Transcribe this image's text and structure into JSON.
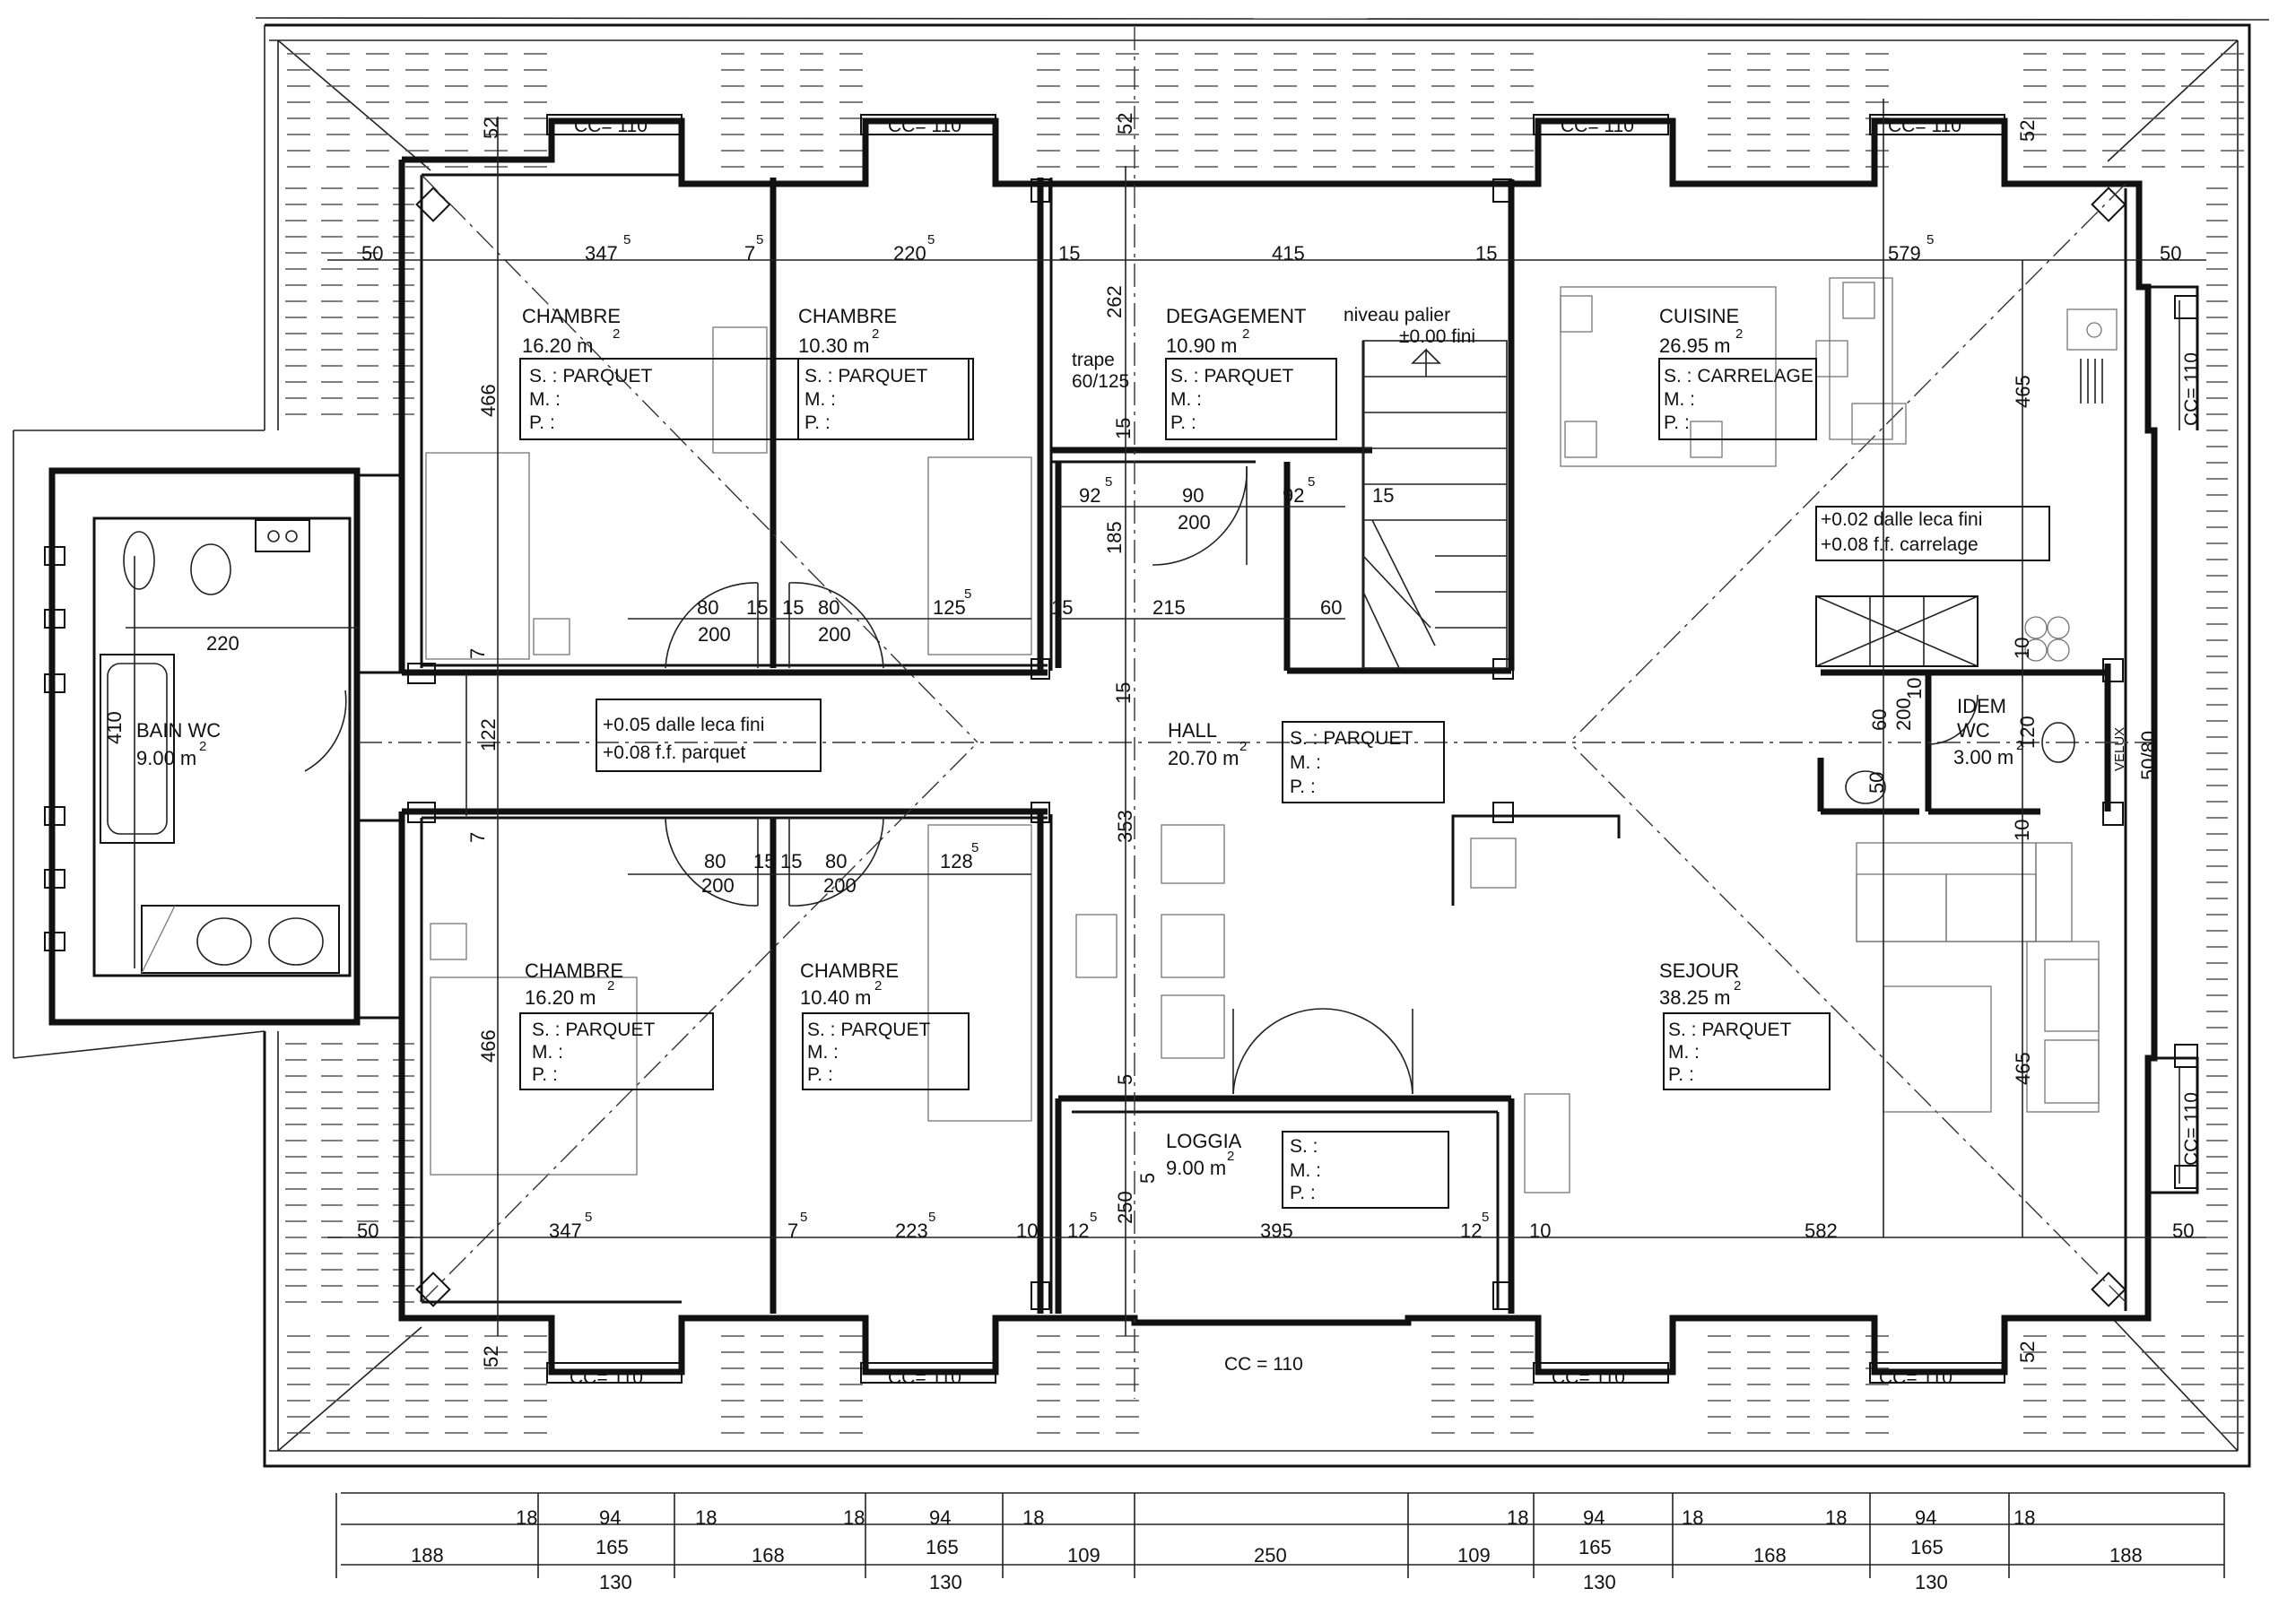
{
  "rooms": {
    "chambre_nw": {
      "name": "CHAMBRE",
      "area": "16.20 m",
      "floor": "S. : PARQUET",
      "m": "M. :",
      "p": "P. :"
    },
    "chambre_n2": {
      "name": "CHAMBRE",
      "area": "10.30 m",
      "floor": "S. : PARQUET",
      "m": "M. :",
      "p": "P. :"
    },
    "degagement": {
      "name": "DEGAGEMENT",
      "area": "10.90 m",
      "floor": "S. : PARQUET",
      "m": "M. :",
      "p": "P. :"
    },
    "cuisine": {
      "name": "CUISINE",
      "area": "26.95 m",
      "floor": "S. : CARRELAGE",
      "m": "M. :",
      "p": "P. :"
    },
    "bain": {
      "name": "BAIN  WC",
      "area": "9.00 m"
    },
    "hall": {
      "name": "HALL",
      "area": "20.70 m",
      "floor": "S. : PARQUET",
      "m": "M. :",
      "p": "P. :"
    },
    "idem": {
      "name": "IDEM",
      "sub": "WC",
      "area": "3.00 m"
    },
    "chambre_sw": {
      "name": "CHAMBRE",
      "area": "16.20 m",
      "floor": "S. : PARQUET",
      "m": "M. :",
      "p": "P. :"
    },
    "chambre_s2": {
      "name": "CHAMBRE",
      "area": "10.40 m",
      "floor": "S. : PARQUET",
      "m": "M. :",
      "p": "P. :"
    },
    "loggia": {
      "name": "LOGGIA",
      "area": "9.00 m",
      "s": "S. :",
      "m": "M. :",
      "p": "P. :"
    },
    "sejour": {
      "name": "SEJOUR",
      "area": "38.25 m",
      "floor": "S. : PARQUET",
      "m": "M. :",
      "p": "P. :"
    }
  },
  "notes": {
    "niveau_palier": "niveau palier",
    "niveau_val": "±0.00  fini",
    "trape": "trape",
    "trape_dim": "60/125",
    "corridor_1": "+0.05  dalle leca fini",
    "corridor_2": "+0.08  f.f. parquet",
    "kitchen_1": "+0.02  dalle leca fini",
    "kitchen_2": "+0.08  f.f. carrelage",
    "velux": "VELUX",
    "velux_dim": "50/80"
  },
  "windows": {
    "cc": "CC= 110",
    "cc_loggia": "CC = 110"
  },
  "superscripts": {
    "five": "5",
    "two": "2"
  },
  "dimensions": {
    "top": [
      "347",
      "220",
      "15",
      "415",
      "15",
      "579",
      "50",
      "50",
      "7"
    ],
    "mid": [
      "80",
      "200",
      "15",
      "15",
      "80",
      "200",
      "125",
      "15",
      "215",
      "60",
      "92",
      "90",
      "200",
      "92",
      "15",
      "185",
      "262",
      "15",
      "15"
    ],
    "vert": [
      "52",
      "52",
      "52",
      "466",
      "465",
      "410",
      "122",
      "353",
      "466",
      "465",
      "250",
      "5",
      "7",
      "7",
      "5",
      "52",
      "52"
    ],
    "bath": [
      "220"
    ],
    "lower": [
      "80",
      "200",
      "15",
      "15",
      "80",
      "200",
      "128"
    ],
    "bottom_row": [
      "347",
      "7",
      "223",
      "10",
      "12",
      "395",
      "12",
      "10",
      "582",
      "50",
      "50"
    ],
    "wc": [
      "10",
      "10",
      "60",
      "200",
      "120",
      "50",
      "10"
    ],
    "footer_top": [
      "18",
      "94",
      "18",
      "18",
      "94",
      "18",
      "18",
      "94",
      "18",
      "18",
      "94",
      "18"
    ],
    "footer_mid": [
      "165",
      "165",
      "165",
      "165"
    ],
    "footer_main": [
      "188",
      "168",
      "109",
      "250",
      "109",
      "168",
      "188"
    ],
    "footer_cut": [
      "130",
      "130",
      "130",
      "130"
    ]
  }
}
